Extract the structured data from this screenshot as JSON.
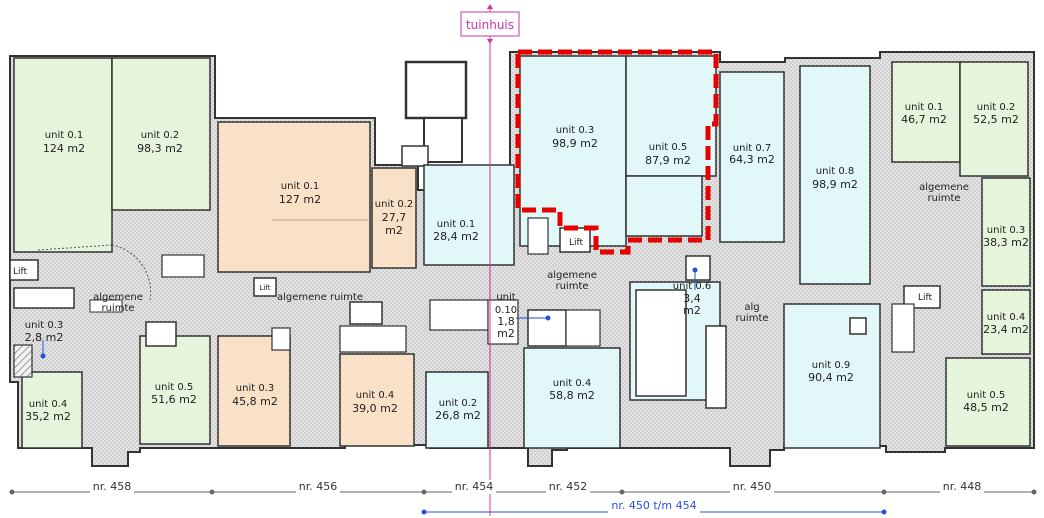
{
  "tags": {
    "tuinhuis": "tuinhuis"
  },
  "units": {
    "u458_1": [
      "unit 0.1",
      "124 m2"
    ],
    "u458_2": [
      "unit 0.2",
      "98,3 m2"
    ],
    "u458_3": [
      "unit 0.3",
      "2,8 m2"
    ],
    "u458_4": [
      "unit 0.4",
      "35,2 m2"
    ],
    "u458_5": [
      "unit 0.5",
      "51,6 m2"
    ],
    "u456_1": [
      "unit 0.1",
      "127 m2"
    ],
    "u456_2": [
      "unit 0.2",
      "27,7",
      "m2"
    ],
    "u456_3": [
      "unit 0.3",
      "45,8 m2"
    ],
    "u456_4": [
      "unit 0.4",
      "39,0 m2"
    ],
    "u454_1": [
      "unit 0.1",
      "28,4 m2"
    ],
    "u454_2": [
      "unit 0.2",
      "26,8 m2"
    ],
    "u454_10": [
      "unit",
      "0.10",
      "1,8",
      "m2"
    ],
    "u452_3": [
      "unit 0.3",
      "98,9 m2"
    ],
    "u452_4": [
      "unit 0.4",
      "58,8 m2"
    ],
    "u452_5": [
      "unit 0.5",
      "87,9 m2"
    ],
    "u452_6": [
      "unit 0.6",
      "3,4",
      "m2"
    ],
    "u450_7": [
      "unit 0.7",
      "64,3 m2"
    ],
    "u450_8": [
      "unit 0.8",
      "98,9 m2"
    ],
    "u450_9": [
      "unit 0.9",
      "90,4 m2"
    ],
    "u448_1": [
      "unit 0.1",
      "46,7 m2"
    ],
    "u448_2": [
      "unit 0.2",
      "52,5 m2"
    ],
    "u448_3": [
      "unit 0.3",
      "38,3 m2"
    ],
    "u448_4": [
      "unit 0.4",
      "23,4 m2"
    ],
    "u448_5": [
      "unit 0.5",
      "48,5 m2"
    ]
  },
  "common": {
    "c458": [
      "algemene",
      "ruimte"
    ],
    "c456": [
      "algemene ruimte"
    ],
    "c452": [
      "algemene",
      "ruimte"
    ],
    "c450": [
      "alg",
      "ruimte"
    ],
    "c448": [
      "algemene",
      "ruimte"
    ]
  },
  "lifts": {
    "l458": "Lift",
    "l456": "Lift",
    "l452": "Lift",
    "l448": "Lift"
  },
  "dimensions": {
    "nr458": "nr. 458",
    "nr456": "nr. 456",
    "nr454": "nr. 454",
    "nr452": "nr. 452",
    "nr450": "nr. 450",
    "nr448": "nr. 448",
    "nr450_454": "nr. 450 t/m 454"
  },
  "colors": {
    "green": "#e6f4dc",
    "orange": "#f9e1c7",
    "cyan": "#e2f7f7",
    "hatch": "#d9d9d9",
    "wall": "#333333",
    "highlight": "#e60000",
    "axis": "#cc33aa",
    "blue_dim": "#2a4fd6"
  }
}
